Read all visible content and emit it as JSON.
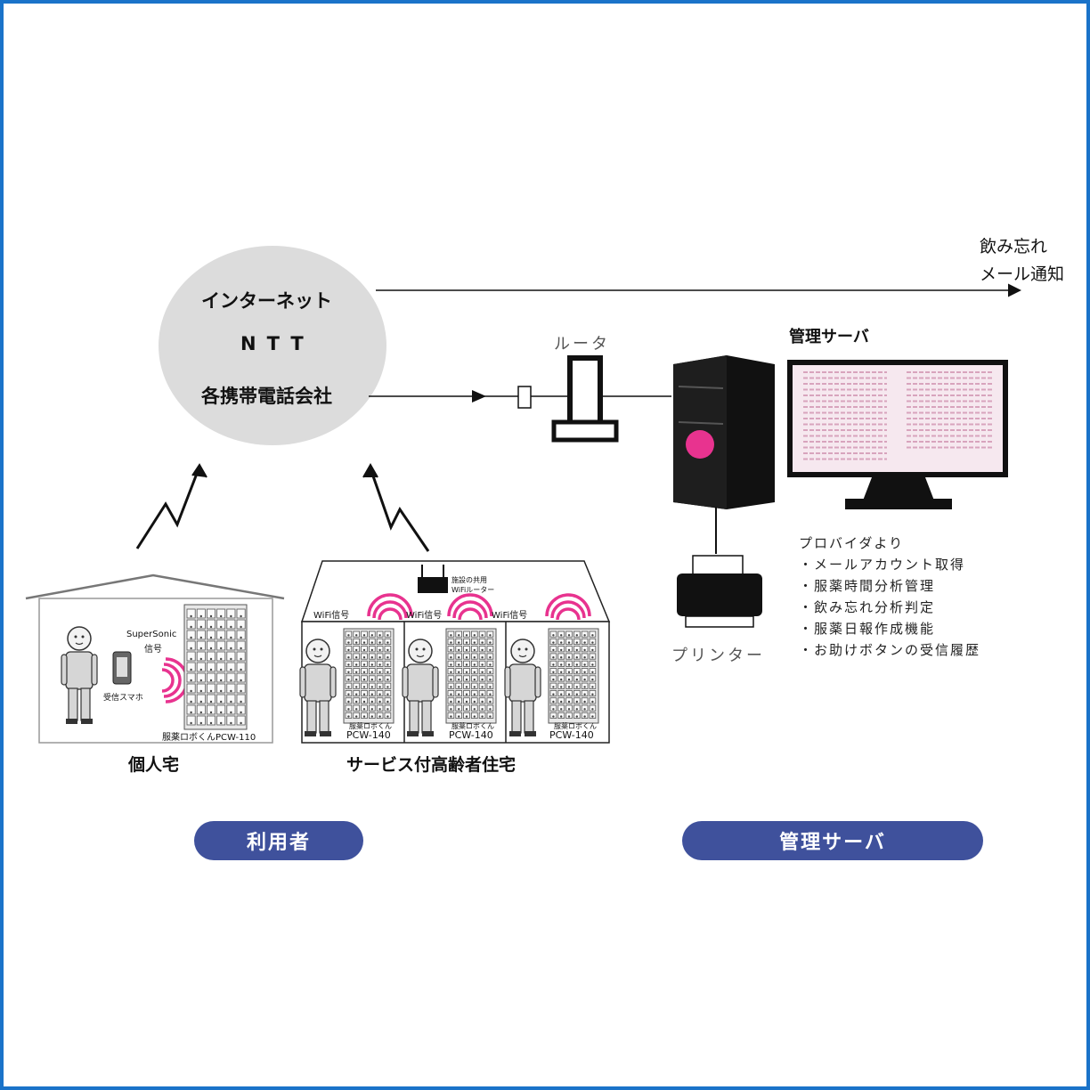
{
  "cloud": {
    "line1": "インターネット",
    "line2": "NTT",
    "line3": "各携帯電話会社"
  },
  "notify": {
    "line1": "飲み忘れ",
    "line2": "メール通知"
  },
  "router_label": "ルータ",
  "server_title": "管理サーバ",
  "printer_label": "プリンター",
  "provider": {
    "heading": "プロバイダより",
    "items": [
      "・メールアカウント取得",
      "・服薬時間分析管理",
      "・飲み忘れ分析判定",
      "・服薬日報作成機能",
      "・お助けボタンの受信履歴"
    ]
  },
  "home": {
    "supersonic_line1": "SuperSonic",
    "supersonic_line2": "信号",
    "phone_label": "受信スマホ",
    "robot_label": "服薬ロボくんPCW-110",
    "caption": "個人宅"
  },
  "facility": {
    "router_line1": "施設の共用",
    "router_line2": "WiFiルーター",
    "wifi_label": "WiFi信号",
    "robot_small": "服薬ロボくん",
    "robot_model": "PCW-140",
    "caption": "サービス付高齢者住宅"
  },
  "badges": {
    "users": "利用者",
    "server": "管理サーバ"
  },
  "colors": {
    "frame": "#1a73c9",
    "badge": "#3f519c",
    "cloud": "#dcdcdc",
    "accent_pink": "#e8338f",
    "screen": "#f6e8ef"
  }
}
